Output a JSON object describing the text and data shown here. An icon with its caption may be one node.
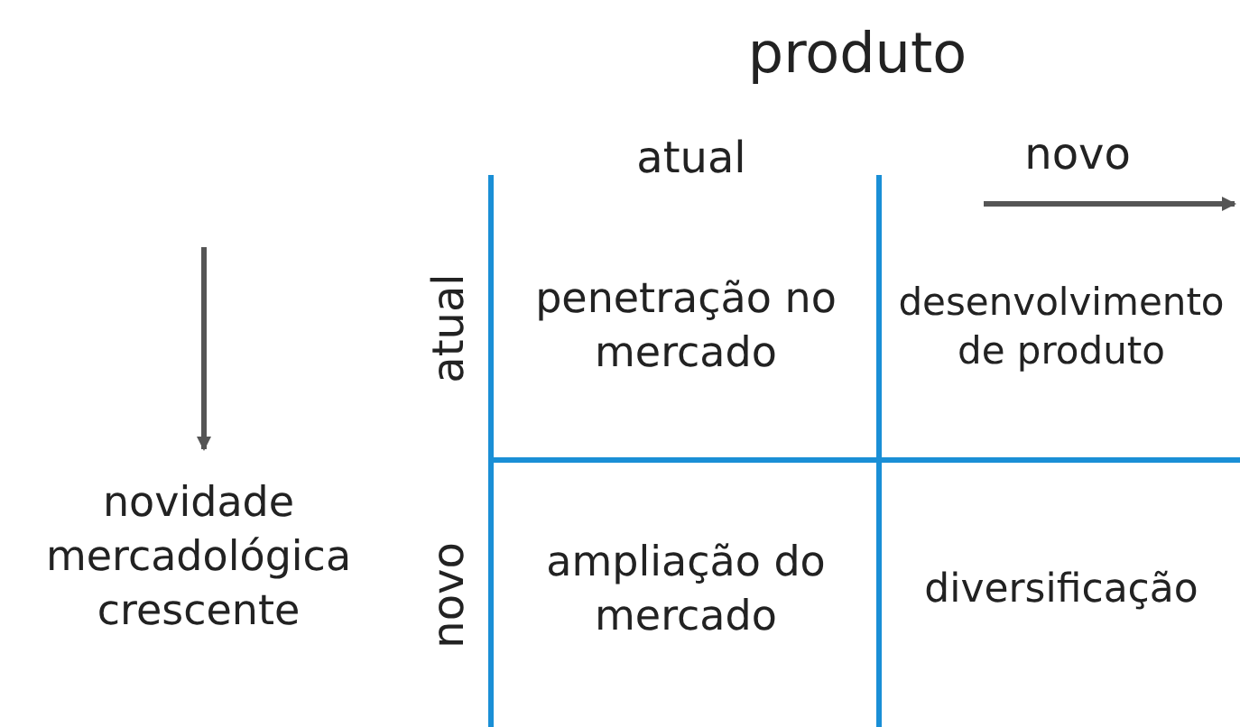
{
  "diagram": {
    "title": "produto",
    "labels": [
      "atual",
      "novo",
      "atual",
      "penetração no mercado",
      "desenvolvimento de produto",
      "novo",
      "ampliação do mercado",
      "diversificação",
      "novidade mercadológica crescente"
    ]
  }
}
